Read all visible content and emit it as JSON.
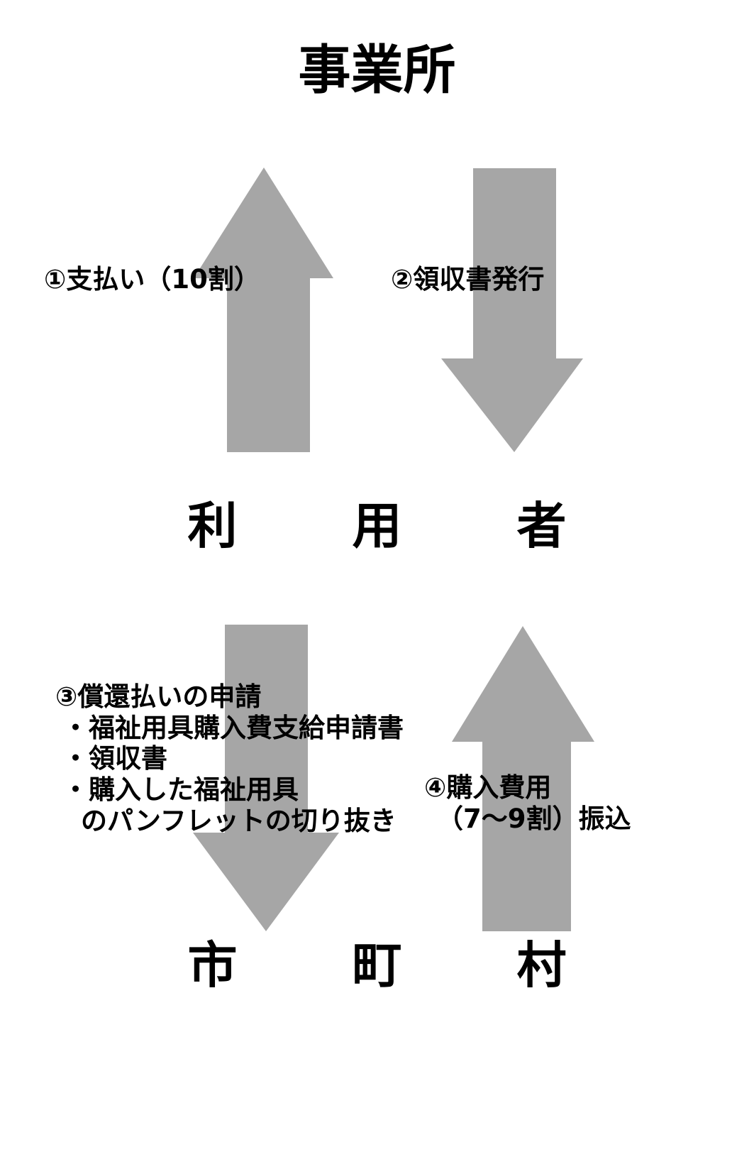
{
  "diagram": {
    "title": "事業所",
    "center_node": "利　用　者",
    "bottom_node": "市　町　村",
    "accent_color": "#a6a6a6",
    "text_color": "#000000",
    "background_color": "#ffffff"
  },
  "flows": {
    "step1": {
      "label": "①支払い（10割）",
      "direction": "up"
    },
    "step2": {
      "label": "②領収書発行",
      "direction": "down"
    },
    "step3": {
      "heading": "③償還払いの申請",
      "items": [
        "・福祉用具購入費支給申請書",
        "・領収書",
        "・購入した福祉用具",
        "のパンフレットの切り抜き"
      ],
      "direction": "down"
    },
    "step4": {
      "line1": "④購入費用",
      "line2": "（7〜9割）振込",
      "direction": "up"
    }
  }
}
